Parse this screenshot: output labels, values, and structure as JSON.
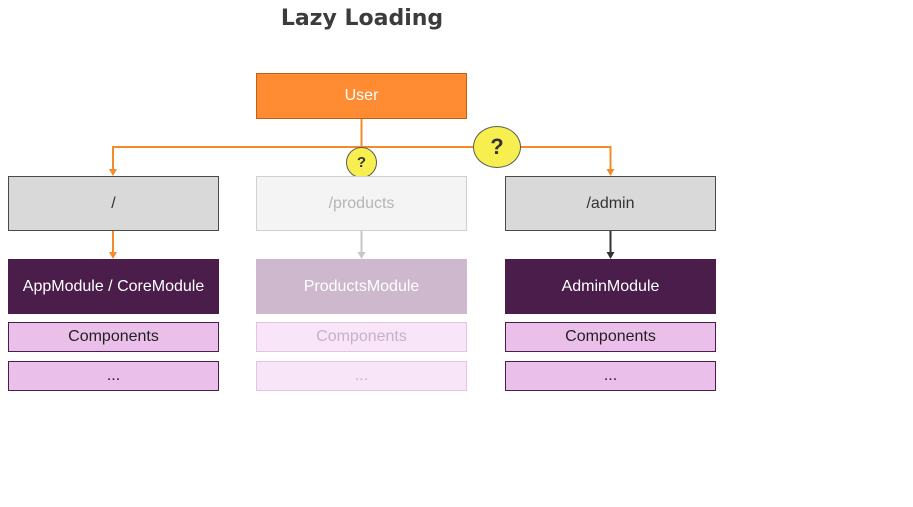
{
  "title": "Lazy Loading",
  "user": "User",
  "question_mark": "?",
  "columns": [
    {
      "route": "/",
      "module": "AppModule / CoreModule",
      "components": "Components",
      "more": "..."
    },
    {
      "route": "/products",
      "module": "ProductsModule",
      "components": "Components",
      "more": "..."
    },
    {
      "route": "/admin",
      "module": "AdminModule",
      "components": "Components",
      "more": "..."
    }
  ],
  "colors": {
    "user": "#ff8c32",
    "connector": "#f28c28",
    "module": "#4a1d4a",
    "components": "#eac0ea",
    "route": "#d9d9d9",
    "question": "#f7ee4f"
  }
}
